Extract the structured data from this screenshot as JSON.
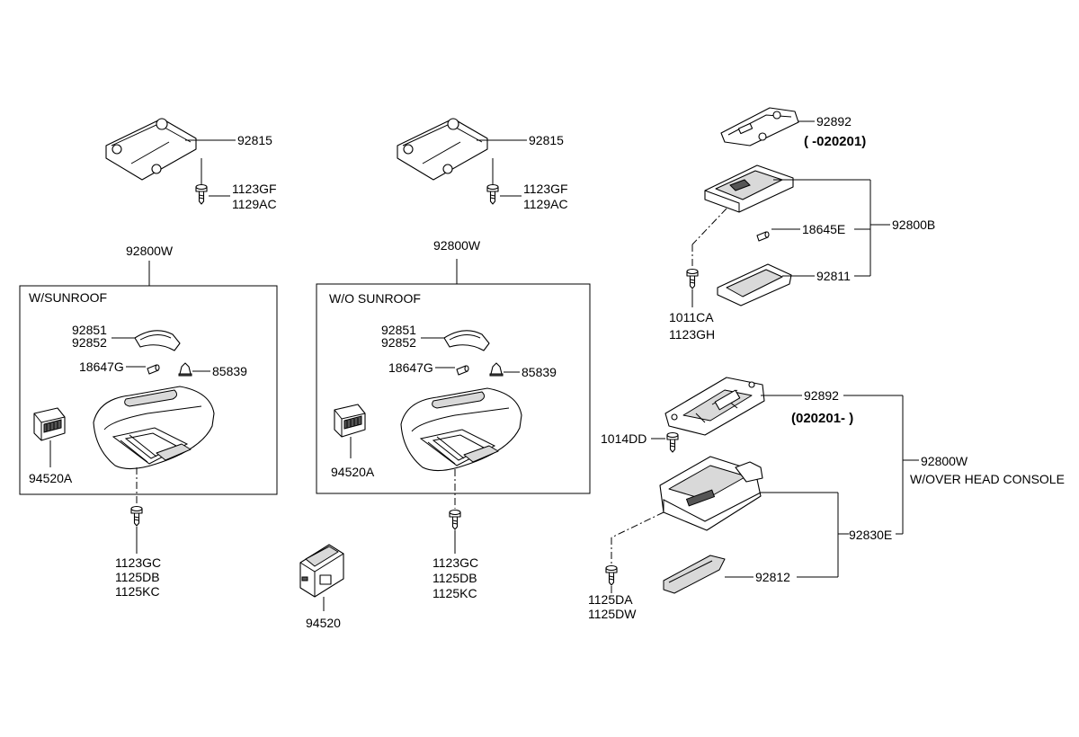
{
  "left_group": {
    "plate_label": "92815",
    "bolt_labels": [
      "1123GF",
      "1129AC"
    ],
    "assembly_label": "92800W",
    "box_title": "W/SUNROOF",
    "lens_labels": [
      "92851",
      "92852"
    ],
    "bulb_label": "18647G",
    "clip_label": "85839",
    "switch_label": "94520A",
    "screw_labels": [
      "1123GC",
      "1125DB",
      "1125KC"
    ]
  },
  "middle_group": {
    "plate_label": "92815",
    "bolt_labels": [
      "1123GF",
      "1129AC"
    ],
    "assembly_label": "92800W",
    "box_title": "W/O SUNROOF",
    "lens_labels": [
      "92851",
      "92852"
    ],
    "bulb_label": "18647G",
    "clip_label": "85839",
    "switch_label": "94520A",
    "screw_labels": [
      "1123GC",
      "1125DB",
      "1125KC"
    ],
    "module_label": "94520"
  },
  "top_right_group": {
    "bracket_label": "92892",
    "bracket_note": "( -020201)",
    "assembly_label": "92800B",
    "bulb_label": "18645E",
    "lens_label": "92811",
    "screw_labels": [
      "1011CA",
      "1123GH"
    ]
  },
  "bottom_right_group": {
    "bracket_label": "92892",
    "bracket_note": "(020201- )",
    "bolt_label": "1014DD",
    "assembly_label": "92800W",
    "assembly_note": "W/OVER HEAD CONSOLE",
    "lamp_label": "92830E",
    "lens_label": "92812",
    "screw_labels": [
      "1125DA",
      "1125DW"
    ]
  }
}
